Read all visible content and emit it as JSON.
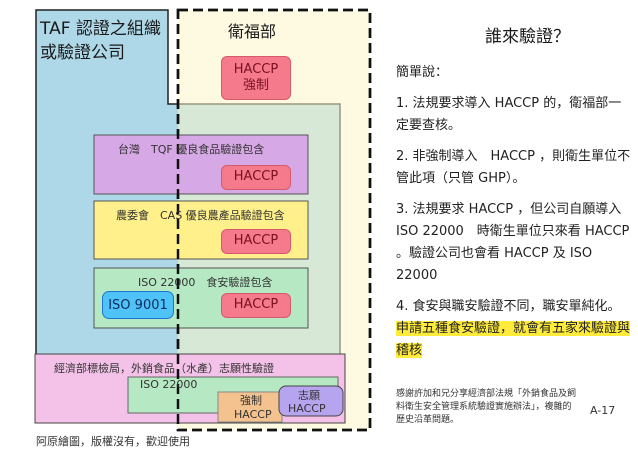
{
  "page": {
    "title": "誰來驗證？",
    "slide_no": "A-17",
    "footer_credit": "阿原繪圖，版權沒有，歡迎使用"
  },
  "regions": {
    "taf_label_line1": "TAF 認證之組織",
    "taf_label_line2": "或驗證公司",
    "mohw_label": "衛福部",
    "mohw_badge_line1": "HACCP",
    "mohw_badge_line2": "強制"
  },
  "boxes": {
    "tqf": {
      "label": "台灣　TQF 優良食品驗證包含",
      "badge": "HACCP"
    },
    "cas": {
      "label": "農委會　CAS 優良農產品驗證包含",
      "badge": "HACCP"
    },
    "iso": {
      "label": "ISO 22000　食安驗證包含",
      "iso9001": "ISO 9001",
      "badge": "HACCP"
    },
    "moea": {
      "label": "經濟部標檢局，外銷食品（水產）志願性驗證",
      "iso": "ISO 22000",
      "forced": "強制",
      "haccp": "HACCP",
      "voluntary_line1": "志願",
      "voluntary_line2": "HACCP"
    }
  },
  "explanation": {
    "intro": "簡單說：",
    "p1": "1.  法規要求導入 HACCP 的，衛福部一定要查核。",
    "p2": "2.  非強制導入　HACCP ，則衛生單位不管此項（只管 GHP）。",
    "p3": "3.  法規要求 HACCP ，但公司自願導入　ISO 22000　時衛生單位只來看 HACCP 。驗證公司也會看 HACCP 及 ISO 22000",
    "p4_plain": "4.  食安與職安驗證不同，職安單純化。",
    "p4_highlight": "申請五種食安驗證，就會有五家來驗證與稽核"
  },
  "credit_note": "感謝許加和兄分享經濟部法規「外銷食品及飼料衛生安全管理系統驗證實施辦法」，複雜的歷史沿革問題。",
  "colors": {
    "taf_fill": "#aed8e8",
    "mohw_fill": "#fcf5c9",
    "tqf_fill": "#d7a8e6",
    "cas_fill": "#fff08c",
    "iso_fill": "#b6e8c4",
    "moea_fill": "#f4c2e8",
    "badge_fill": "#f47a8c",
    "highlight": "#ffeb3b"
  }
}
